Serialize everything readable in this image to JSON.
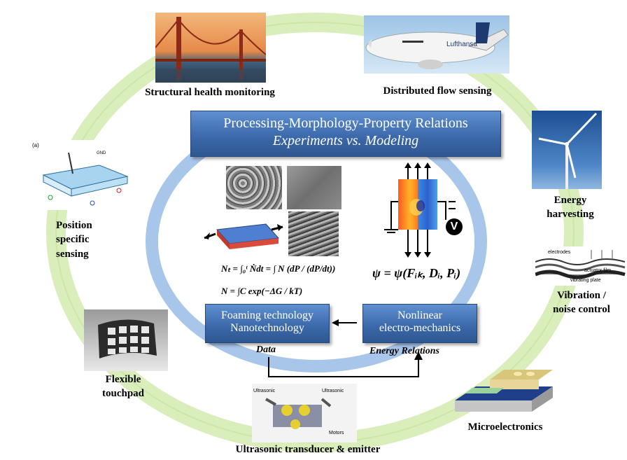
{
  "center_box": {
    "title": "Processing-Morphology-Property Relations",
    "subtitle": "Experiments vs. Modeling"
  },
  "applications": {
    "structural": "Structural health monitoring",
    "flow": "Distributed flow sensing",
    "energy_line1": "Energy",
    "energy_line2": "harvesting",
    "vibration_line1": "Vibration /",
    "vibration_line2": "noise control",
    "micro": "Microelectronics",
    "ultrasonic": "Ultrasonic transducer & emitter",
    "touchpad_line1": "Flexible",
    "touchpad_line2": "touchpad",
    "position_line1": "Position",
    "position_line2": "specific",
    "position_line3": "sensing"
  },
  "process_boxes": {
    "left_line1": "Foaming technology",
    "left_line2": "Nanotechnology",
    "right_line1": "Nonlinear",
    "right_line2": "electro-mechanics"
  },
  "captions": {
    "data": "Data",
    "energy_relations": "Energy Relations"
  },
  "equations": {
    "eq1": "Nₜ = ∫₀ᵗ Ṅdt = ∫ N (dP / (dP/dt))",
    "eq2": "N = ∫C exp(−ΔG / kT)",
    "eq3": "ψ = ψ(Fᵢₖ, Dᵢ, Pᵢ)"
  },
  "symbols": {
    "voltage": "V"
  },
  "colors": {
    "outer_ring": "#d6ebb6",
    "inner_ring": "#a9c6ea",
    "box_blue": "#3a67a8"
  }
}
